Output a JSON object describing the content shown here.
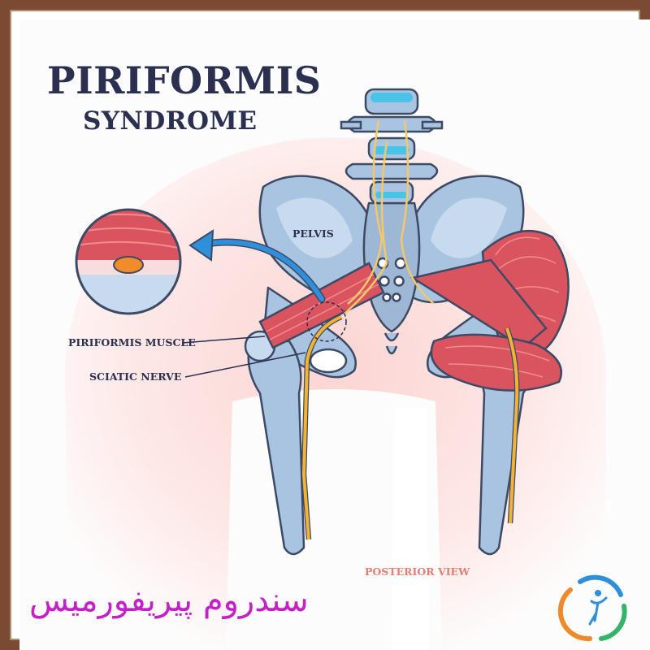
{
  "title": "PIRIFORMIS",
  "subtitle": "SYNDROME",
  "labels": {
    "pelvis": "PELVIS",
    "piriformis_muscle": "PIRIFORMIS MUSCLE",
    "sciatic_nerve": "SCIATIC NERVE",
    "posterior_view": "POSTERIOR VIEW"
  },
  "caption_fa": "سندروم پیریفورمیس",
  "colors": {
    "title": "#2b3050",
    "bone": "#a9c4e0",
    "bone_outline": "#3d4a66",
    "muscle": "#d9545e",
    "nerve": "#f2b233",
    "accent_blue": "#2f8fdb",
    "caption": "#c321c6",
    "view_label": "#e37e72"
  },
  "icons": [
    "arrow-icon",
    "logo-icon"
  ]
}
